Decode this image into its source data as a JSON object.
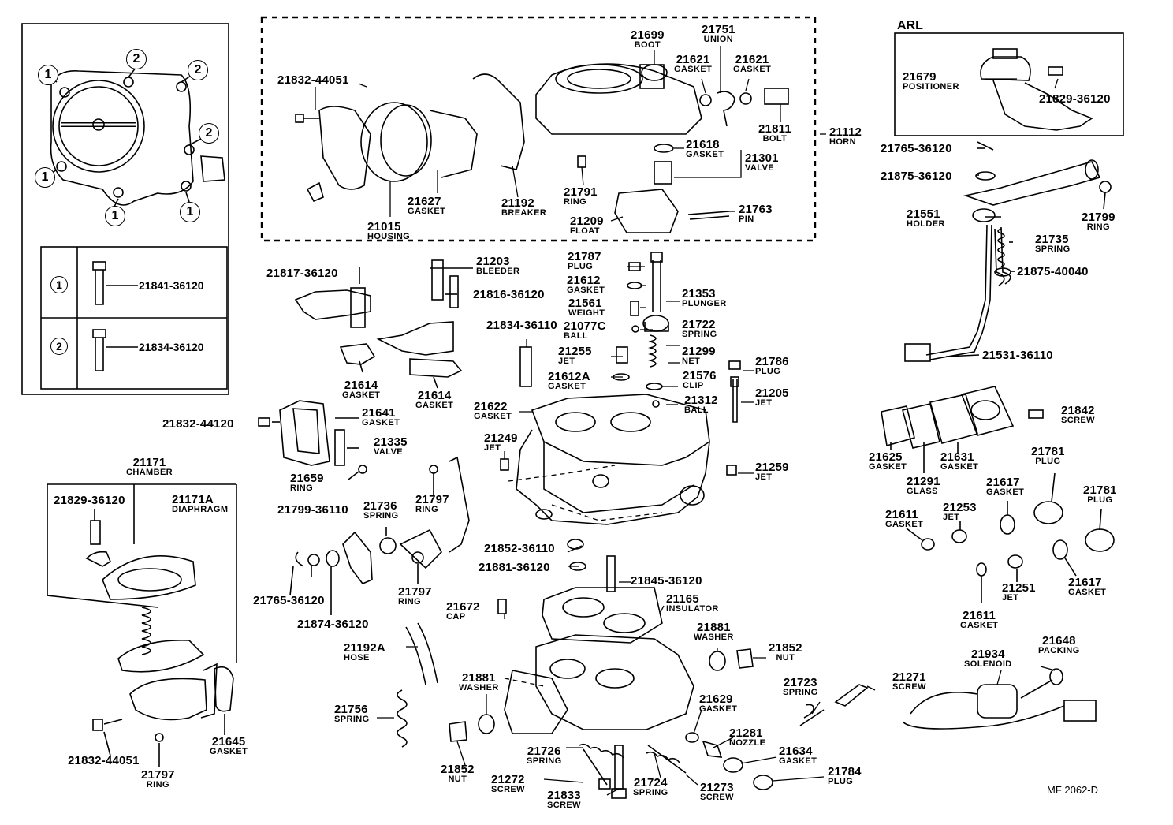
{
  "diagram": {
    "variant_title": "ARL",
    "drawing_code": "MF 2062-D",
    "index_marks": {
      "one": "1",
      "two": "2"
    },
    "bolt_table": [
      {
        "mark": "1",
        "part": "21841-36120"
      },
      {
        "mark": "2",
        "part": "21834-36120"
      }
    ],
    "parts": {
      "p21832_44051_top": {
        "num": "21832-44051"
      },
      "p21699": {
        "num": "21699",
        "name": "BOOT"
      },
      "p21751": {
        "num": "21751",
        "name": "UNION"
      },
      "p21621a": {
        "num": "21621",
        "name": "GASKET"
      },
      "p21621b": {
        "num": "21621",
        "name": "GASKET"
      },
      "p21811": {
        "num": "21811",
        "name": "BOLT"
      },
      "p21112": {
        "num": "21112",
        "name": "HORN"
      },
      "p21618": {
        "num": "21618",
        "name": "GASKET"
      },
      "p21301": {
        "num": "21301",
        "name": "VALVE"
      },
      "p21627": {
        "num": "21627",
        "name": "GASKET"
      },
      "p21192": {
        "num": "21192",
        "name": "BREAKER"
      },
      "p21791": {
        "num": "21791",
        "name": "RING"
      },
      "p21209": {
        "num": "21209",
        "name": "FLOAT"
      },
      "p21763": {
        "num": "21763",
        "name": "PIN"
      },
      "p21015": {
        "num": "21015",
        "name": "HOUSING"
      },
      "p21679": {
        "num": "21679",
        "name": "POSITIONER"
      },
      "p21829_36120_arl": {
        "num": "21829-36120"
      },
      "p21765_36120_r": {
        "num": "21765-36120"
      },
      "p21875_36120": {
        "num": "21875-36120"
      },
      "p21551": {
        "num": "21551",
        "name": "HOLDER"
      },
      "p21799": {
        "num": "21799",
        "name": "RING"
      },
      "p21735": {
        "num": "21735",
        "name": "SPRING"
      },
      "p21875_40040": {
        "num": "21875-40040"
      },
      "p21531_36110": {
        "num": "21531-36110"
      },
      "p21817_36120": {
        "num": "21817-36120"
      },
      "p21203": {
        "num": "21203",
        "name": "BLEEDER"
      },
      "p21816_36120": {
        "num": "21816-36120"
      },
      "p21787": {
        "num": "21787",
        "name": "PLUG"
      },
      "p21612": {
        "num": "21612",
        "name": "GASKET"
      },
      "p21353": {
        "num": "21353",
        "name": "PLUNGER"
      },
      "p21561": {
        "num": "21561",
        "name": "WEIGHT"
      },
      "p21077c": {
        "num": "21077C",
        "name": "BALL"
      },
      "p21722": {
        "num": "21722",
        "name": "SPRING"
      },
      "p21834_36110": {
        "num": "21834-36110"
      },
      "p21255": {
        "num": "21255",
        "name": "JET"
      },
      "p21299": {
        "num": "21299",
        "name": "NET"
      },
      "p21786": {
        "num": "21786",
        "name": "PLUG"
      },
      "p21612a": {
        "num": "21612A",
        "name": "GASKET"
      },
      "p21576": {
        "num": "21576",
        "name": "CLIP"
      },
      "p21205": {
        "num": "21205",
        "name": "JET"
      },
      "p21312": {
        "num": "21312",
        "name": "BALL"
      },
      "p21614a": {
        "num": "21614",
        "name": "GASKET"
      },
      "p21614b": {
        "num": "21614",
        "name": "GASKET"
      },
      "p21622": {
        "num": "21622",
        "name": "GASKET"
      },
      "p21842": {
        "num": "21842",
        "name": "SCREW"
      },
      "p21832_44120": {
        "num": "21832-44120"
      },
      "p21641": {
        "num": "21641",
        "name": "GASKET"
      },
      "p21335": {
        "num": "21335",
        "name": "VALVE"
      },
      "p21249": {
        "num": "21249",
        "name": "JET"
      },
      "p21259": {
        "num": "21259",
        "name": "JET"
      },
      "p21625": {
        "num": "21625",
        "name": "GASKET"
      },
      "p21631": {
        "num": "21631",
        "name": "GASKET"
      },
      "p21781a": {
        "num": "21781",
        "name": "PLUG"
      },
      "p21291": {
        "num": "21291",
        "name": "GLASS"
      },
      "p21617a": {
        "num": "21617",
        "name": "GASKET"
      },
      "p21781b": {
        "num": "21781",
        "name": "PLUG"
      },
      "p21659": {
        "num": "21659",
        "name": "RING"
      },
      "p21171": {
        "num": "21171",
        "name": "CHAMBER"
      },
      "p21829_36120": {
        "num": "21829-36120"
      },
      "p21171a": {
        "num": "21171A",
        "name": "DIAPHRAGM"
      },
      "p21799_36110": {
        "num": "21799-36110"
      },
      "p21736": {
        "num": "21736",
        "name": "SPRING"
      },
      "p21797a": {
        "num": "21797",
        "name": "RING"
      },
      "p21253": {
        "num": "21253",
        "name": "JET"
      },
      "p21611a": {
        "num": "21611",
        "name": "GASKET"
      },
      "p21852_36110": {
        "num": "21852-36110"
      },
      "p21881_36120": {
        "num": "21881-36120"
      },
      "p21617b": {
        "num": "21617",
        "name": "GASKET"
      },
      "p21251": {
        "num": "21251",
        "name": "JET"
      },
      "p21765_36120": {
        "num": "21765-36120"
      },
      "p21845_36120": {
        "num": "21845-36120"
      },
      "p21797b": {
        "num": "21797",
        "name": "RING"
      },
      "p21611b": {
        "num": "21611",
        "name": "GASKET"
      },
      "p21874_36120": {
        "num": "21874-36120"
      },
      "p21165": {
        "num": "21165",
        "name": "INSULATOR"
      },
      "p21672": {
        "num": "21672",
        "name": "CAP"
      },
      "p21881a": {
        "num": "21881",
        "name": "WASHER"
      },
      "p21852a": {
        "num": "21852",
        "name": "NUT"
      },
      "p21648": {
        "num": "21648",
        "name": "PACKING"
      },
      "p21192a": {
        "num": "21192A",
        "name": "HOSE"
      },
      "p21934": {
        "num": "21934",
        "name": "SOLENOID"
      },
      "p21723": {
        "num": "21723",
        "name": "SPRING"
      },
      "p21271": {
        "num": "21271",
        "name": "SCREW"
      },
      "p21881b": {
        "num": "21881",
        "name": "WASHER"
      },
      "p21629": {
        "num": "21629",
        "name": "GASKET"
      },
      "p21756": {
        "num": "21756",
        "name": "SPRING"
      },
      "p21281": {
        "num": "21281",
        "name": "NOZZLE"
      },
      "p21645": {
        "num": "21645",
        "name": "GASKET"
      },
      "p21726": {
        "num": "21726",
        "name": "SPRING"
      },
      "p21634": {
        "num": "21634",
        "name": "GASKET"
      },
      "p21832_44051_bot": {
        "num": "21832-44051"
      },
      "p21852b": {
        "num": "21852",
        "name": "NUT"
      },
      "p21784": {
        "num": "21784",
        "name": "PLUG"
      },
      "p21797c": {
        "num": "21797",
        "name": "RING"
      },
      "p21272": {
        "num": "21272",
        "name": "SCREW"
      },
      "p21724": {
        "num": "21724",
        "name": "SPRING"
      },
      "p21273": {
        "num": "21273",
        "name": "SCREW"
      },
      "p21833": {
        "num": "21833",
        "name": "SCREW"
      }
    }
  }
}
